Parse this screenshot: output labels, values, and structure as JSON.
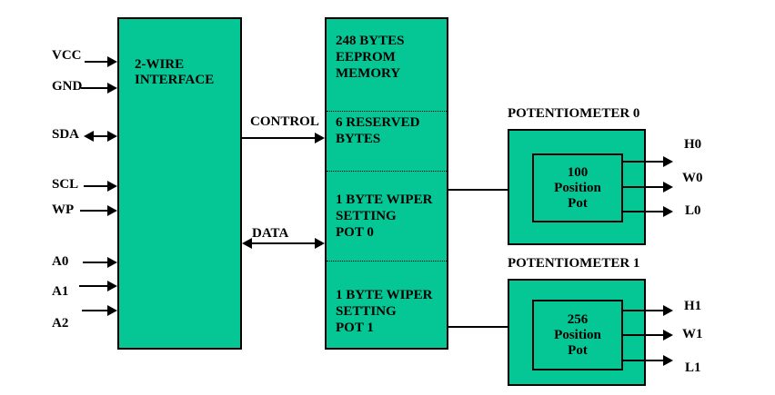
{
  "diagram": {
    "background": "#ffffff",
    "block_fill": "#05c795",
    "line_color": "#000000"
  },
  "pins": [
    {
      "label": "VCC",
      "direction": "in"
    },
    {
      "label": "GND",
      "direction": "in"
    },
    {
      "label": "SDA",
      "direction": "bidirectional"
    },
    {
      "label": "SCL",
      "direction": "in"
    },
    {
      "label": "WP",
      "direction": "in"
    },
    {
      "label": "A0",
      "direction": "in"
    },
    {
      "label": "A1",
      "direction": "in"
    },
    {
      "label": "A2",
      "direction": "in"
    }
  ],
  "interface_block": {
    "label": "2-WIRE\nINTERFACE"
  },
  "buses": {
    "control_label": "CONTROL",
    "data_label": "DATA"
  },
  "memory_block": {
    "sections": [
      {
        "label": "248 BYTES\nEEPROM\nMEMORY"
      },
      {
        "label": "6 RESERVED\nBYTES"
      },
      {
        "label": "1 BYTE WIPER\nSETTING\nPOT 0"
      },
      {
        "label": "1 BYTE WIPER\nSETTING\nPOT 1"
      }
    ]
  },
  "potentiometers": [
    {
      "title": "POTENTIOMETER 0",
      "pot_label": "100\nPosition\nPot",
      "outputs": [
        {
          "label": "H0"
        },
        {
          "label": "W0"
        },
        {
          "label": "L0"
        }
      ]
    },
    {
      "title": "POTENTIOMETER 1",
      "pot_label": "256\nPosition\nPot",
      "outputs": [
        {
          "label": "H1"
        },
        {
          "label": "W1"
        },
        {
          "label": "L1"
        }
      ]
    }
  ]
}
